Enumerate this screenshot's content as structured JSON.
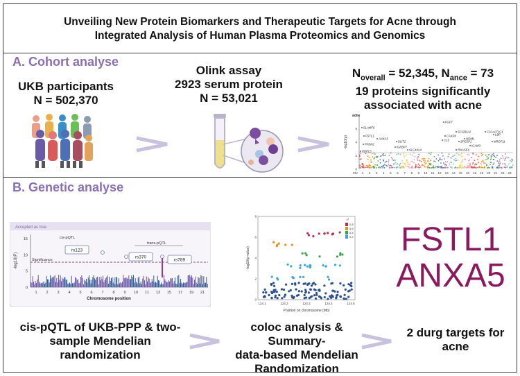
{
  "title": {
    "line1": "Unveiling New Protein Biomarkers and Therapeutic Targets for Acne through",
    "line2": "Integrated Analysis of Human Plasma Proteomics and Genomics"
  },
  "section_a": {
    "heading": "A. Cohort analyse",
    "ukb": {
      "line1": "UKB participants",
      "line2": "N = 502,370"
    },
    "olink": {
      "line1": "Olink assay",
      "line2": "2923 serum protein",
      "line3": "N = 53,021"
    },
    "summary": {
      "n_overall_label": "N",
      "n_overall_sub": "overall",
      "n_overall_value": " =  52,345, ",
      "n_acne_label": "N",
      "n_acne_sub": "ance",
      "n_acne_value": " = 73",
      "line2": "19 proteins significantly",
      "line3": "associated with acne"
    },
    "manhattan": {
      "title": "acne",
      "ylabel": "-log10(p)",
      "chr_label": "Chr",
      "chromosomes": [
        "1",
        "2",
        "3",
        "4",
        "5",
        "6",
        "7",
        "8",
        "9",
        "10",
        "11",
        "12",
        "13",
        "14",
        "15",
        "16",
        "18",
        "19",
        "20",
        "21",
        "22",
        "23"
      ],
      "y_ticks": [
        "0",
        "2",
        "4",
        "6",
        "8"
      ],
      "proteins": [
        "SLAMF6",
        "FSTL1",
        "PFDN2",
        "PDRL5",
        "ANXA5",
        "SLIT2",
        "IGFBP7",
        "SLC44A4",
        "FGF7",
        "SCGB2A2",
        "CAXP4",
        "C1S",
        "MDM1",
        "SPESP1",
        "RNASE4",
        "ICAM3",
        "C1GALT1C1",
        "LBP",
        "MRGF11"
      ]
    }
  },
  "section_b": {
    "heading": "B. Genetic analyse",
    "pqtl": {
      "accepted": "Accepted as true",
      "cis": "cis-pQTL",
      "trans": "trans-pQTL",
      "significance": "Significance",
      "rsids": [
        "rs123",
        "rs370",
        "rs789"
      ],
      "ylabel": "-log10(P)",
      "y_ticks": [
        "0",
        "5",
        "10",
        "15"
      ],
      "x_ticks": [
        "1",
        "2",
        "3",
        "4",
        "5",
        "6",
        "7",
        "8",
        "9",
        "10",
        "11",
        "13",
        "15",
        "17",
        "19",
        "21"
      ],
      "xlabel": "Chromosome position"
    },
    "coloc": {
      "ylabel": "-log10(p-value)",
      "xlabel": "Position on chromosome (Mb)",
      "x_ticks": [
        "124.1",
        "124.2",
        "124.3",
        "124.4",
        "124.5"
      ],
      "y_ticks": [
        "0",
        "2",
        "4",
        "6",
        "8"
      ],
      "legend_title": "r²",
      "legend": [
        "0.8",
        "0.6",
        "0.4",
        "0.2"
      ],
      "legend_colors": [
        "#b5304b",
        "#e0932a",
        "#3aa24a",
        "#3fa2d9",
        "#2b4f8f"
      ]
    },
    "targets": [
      "FSTL1",
      "ANXA5"
    ],
    "step1": {
      "line1": "cis-pQTL of UKB-PPP & two-",
      "line2": "sample Mendelian",
      "line3": "randomization"
    },
    "step2": {
      "line1": "coloc analysis & Summary-",
      "line2": "data-based Mendelian",
      "line3": "Randomization"
    },
    "step3": {
      "line1": "2 durg targets for",
      "line2": "acne"
    }
  },
  "colors": {
    "accent": "#8a6fb3",
    "target": "#8a1a5e",
    "arrow": "#c9c2dc"
  }
}
